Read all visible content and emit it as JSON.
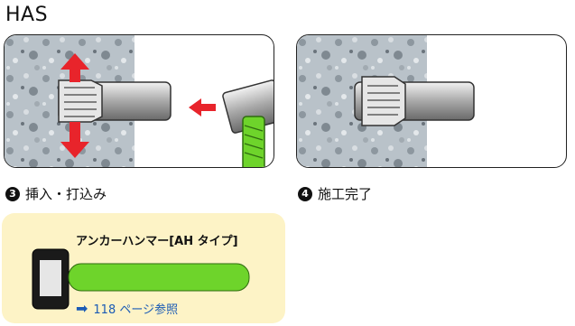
{
  "page": {
    "title": "HAS"
  },
  "steps": [
    {
      "number": "3",
      "label": "挿入・打込み"
    },
    {
      "number": "4",
      "label": "施工完了"
    }
  ],
  "tool": {
    "title": "アンカーハンマー[AH タイプ]",
    "link_arrow": "➡",
    "link": "118 ページ参照"
  },
  "colors": {
    "arrow_red": "#e8242b",
    "grip_green": "#6ed42b",
    "box_bg": "#fdf3c6",
    "link_blue": "#1b5bb5"
  }
}
